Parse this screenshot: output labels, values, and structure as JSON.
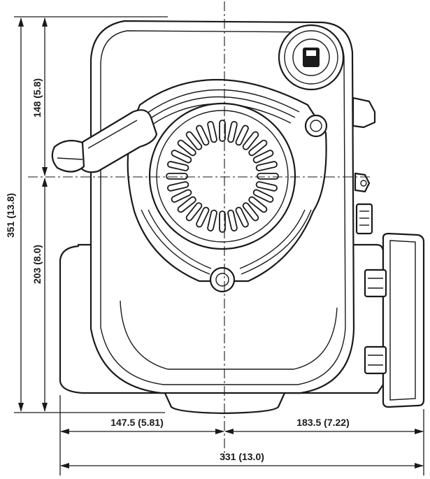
{
  "dimensions": {
    "vertical": [
      {
        "id": "total_height",
        "label": "351 (13.8)"
      },
      {
        "id": "upper_height",
        "label": "148 (5.8)"
      },
      {
        "id": "lower_height",
        "label": "203 (8.0)"
      }
    ],
    "horizontal": [
      {
        "id": "left_width",
        "label": "147.5 (5.81)"
      },
      {
        "id": "right_width",
        "label": "183.5 (7.22)"
      },
      {
        "id": "total_width",
        "label": "331 (13.0)"
      }
    ]
  },
  "colors": {
    "line": "#1a1a1a",
    "background": "#ffffff"
  },
  "icons": {
    "fuel_cap": "fuel-cap-icon"
  }
}
